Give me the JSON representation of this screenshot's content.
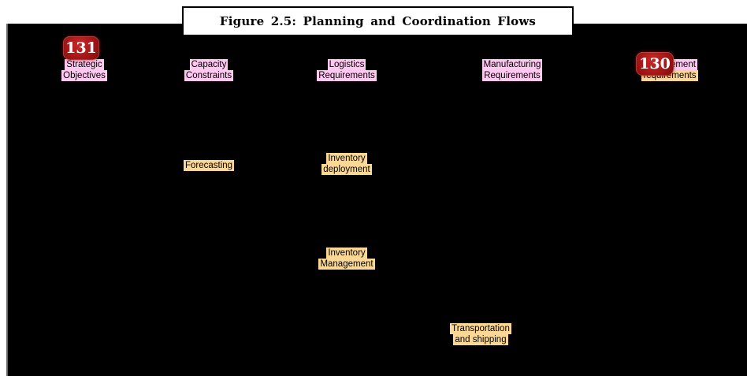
{
  "figure_title": "Figure 2.5: Planning and Coordination Flows",
  "colors": {
    "background": "#000000",
    "requirement_fill": "#ffc8f0",
    "activity_fill": "#fbd796",
    "badge": "#a01414"
  },
  "badges": {
    "left": "131",
    "right": "130"
  },
  "nodes": {
    "strategic": {
      "line1": "Strategic",
      "line2": "Objectives"
    },
    "capacity": {
      "line1": "Capacity",
      "line2": "Constraints"
    },
    "logistics": {
      "line1": "Logistics",
      "line2": "Requirements"
    },
    "manufacturing": {
      "line1": "Manufacturing",
      "line2": "Requirements"
    },
    "procurement": {
      "line1": "Procurement",
      "line2": "requirements"
    },
    "forecasting": {
      "line1": "Forecasting"
    },
    "inventory_deployment": {
      "line1": "Inventory",
      "line2": "deployment"
    },
    "inventory_management": {
      "line1": "Inventory",
      "line2": "Management"
    },
    "transportation": {
      "line1": "Transportation",
      "line2": "and shipping"
    }
  }
}
